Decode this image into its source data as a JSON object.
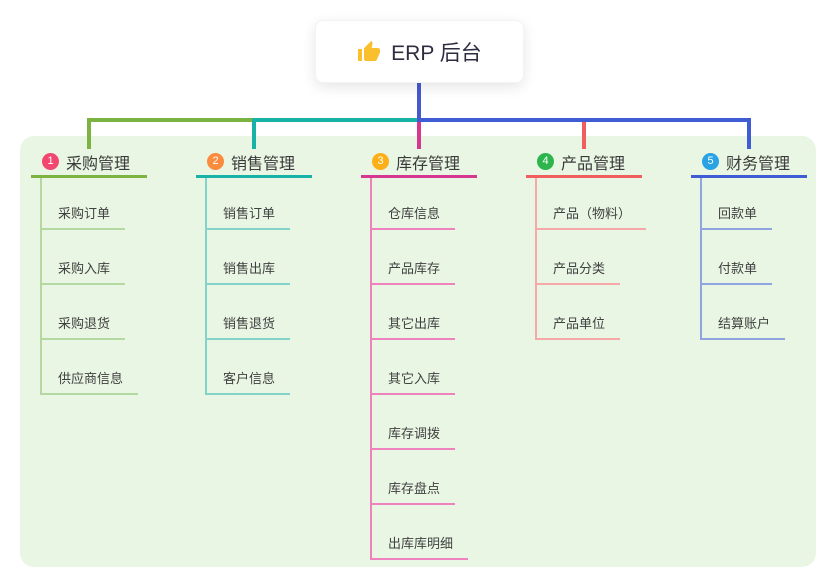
{
  "root": {
    "label": "ERP 后台",
    "icon": "thumbs-up-icon",
    "icon_color": "#f9bf2c",
    "line_color": "#4559d1"
  },
  "panel": {
    "background": "#e9f6e4"
  },
  "branches": [
    {
      "badge": "1",
      "title": "采购管理",
      "badge_color": "#f2486f",
      "line_color": "#7cb342",
      "child_line_color": "#b4d9a0",
      "children": [
        "采购订单",
        "采购入库",
        "采购退货",
        "供应商信息"
      ]
    },
    {
      "badge": "2",
      "title": "销售管理",
      "badge_color": "#fb8b3d",
      "line_color": "#19b2a6",
      "child_line_color": "#82d4ca",
      "children": [
        "销售订单",
        "销售出库",
        "销售退货",
        "客户信息"
      ]
    },
    {
      "badge": "3",
      "title": "库存管理",
      "badge_color": "#fcaf17",
      "line_color": "#d63790",
      "child_line_color": "#ee82bd",
      "children": [
        "仓库信息",
        "产品库存",
        "其它出库",
        "其它入库",
        "库存调拨",
        "库存盘点",
        "出库库明细"
      ]
    },
    {
      "badge": "4",
      "title": "产品管理",
      "badge_color": "#2db54d",
      "line_color": "#f15e5e",
      "child_line_color": "#f7a8a8",
      "children": [
        "产品（物料）",
        "产品分类",
        "产品单位"
      ]
    },
    {
      "badge": "5",
      "title": "财务管理",
      "badge_color": "#29a3e3",
      "line_color": "#3f5cd5",
      "child_line_color": "#8ea5df",
      "children": [
        "回款单",
        "付款单",
        "结算账户"
      ]
    }
  ]
}
